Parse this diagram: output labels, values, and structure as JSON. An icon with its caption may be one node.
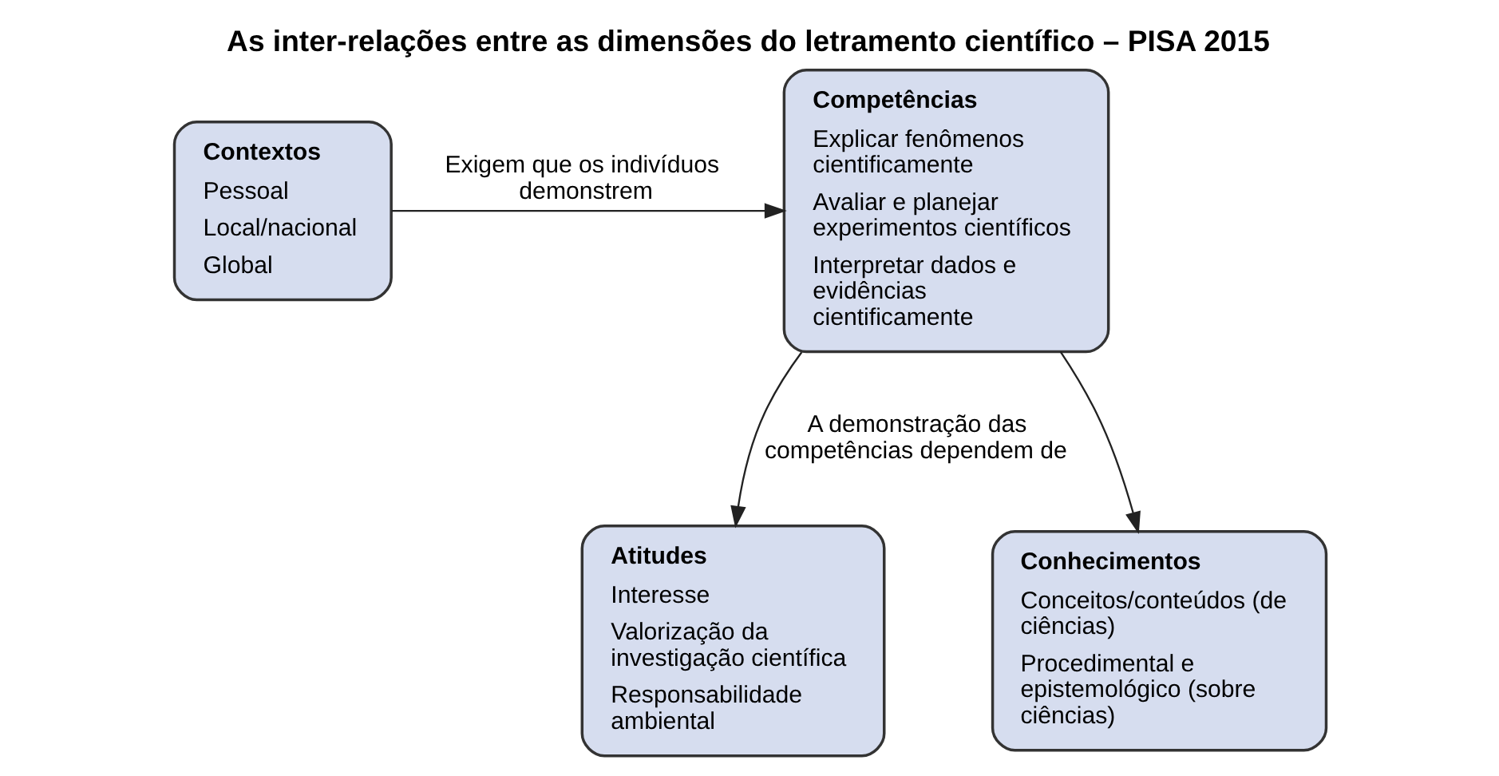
{
  "diagram": {
    "title": "As inter-relações entre as dimensões do letramento científico – PISA 2015",
    "nodes": [
      {
        "text": [
          "Contextos",
          "Pessoal",
          "Local/nacional",
          "Global"
        ]
      },
      {
        "text": [
          "Competências",
          "Explicar fenômenos cientificamente",
          "Avaliar e planejar experimentos científicos",
          "Interpretar dados e evidências cientificamente"
        ]
      },
      {
        "text": [
          "Atitudes",
          "Interesse",
          "Valorização da investigação científica",
          "Responsabilidade ambiental"
        ]
      },
      {
        "text": [
          "Conhecimentos",
          "Conceitos/conteúdos (de ciências)",
          "Procedimental e epistemológico (sobre ciências)"
        ]
      }
    ],
    "edges": [
      {
        "from": 0,
        "to": 1,
        "arrow": "to",
        "label": "Exigem que os indivíduos demonstrem"
      },
      {
        "from": 1,
        "to": 2,
        "arrow": "to",
        "label": "A demonstração das competências dependem de"
      },
      {
        "from": 1,
        "to": 3,
        "arrow": "to"
      }
    ]
  }
}
